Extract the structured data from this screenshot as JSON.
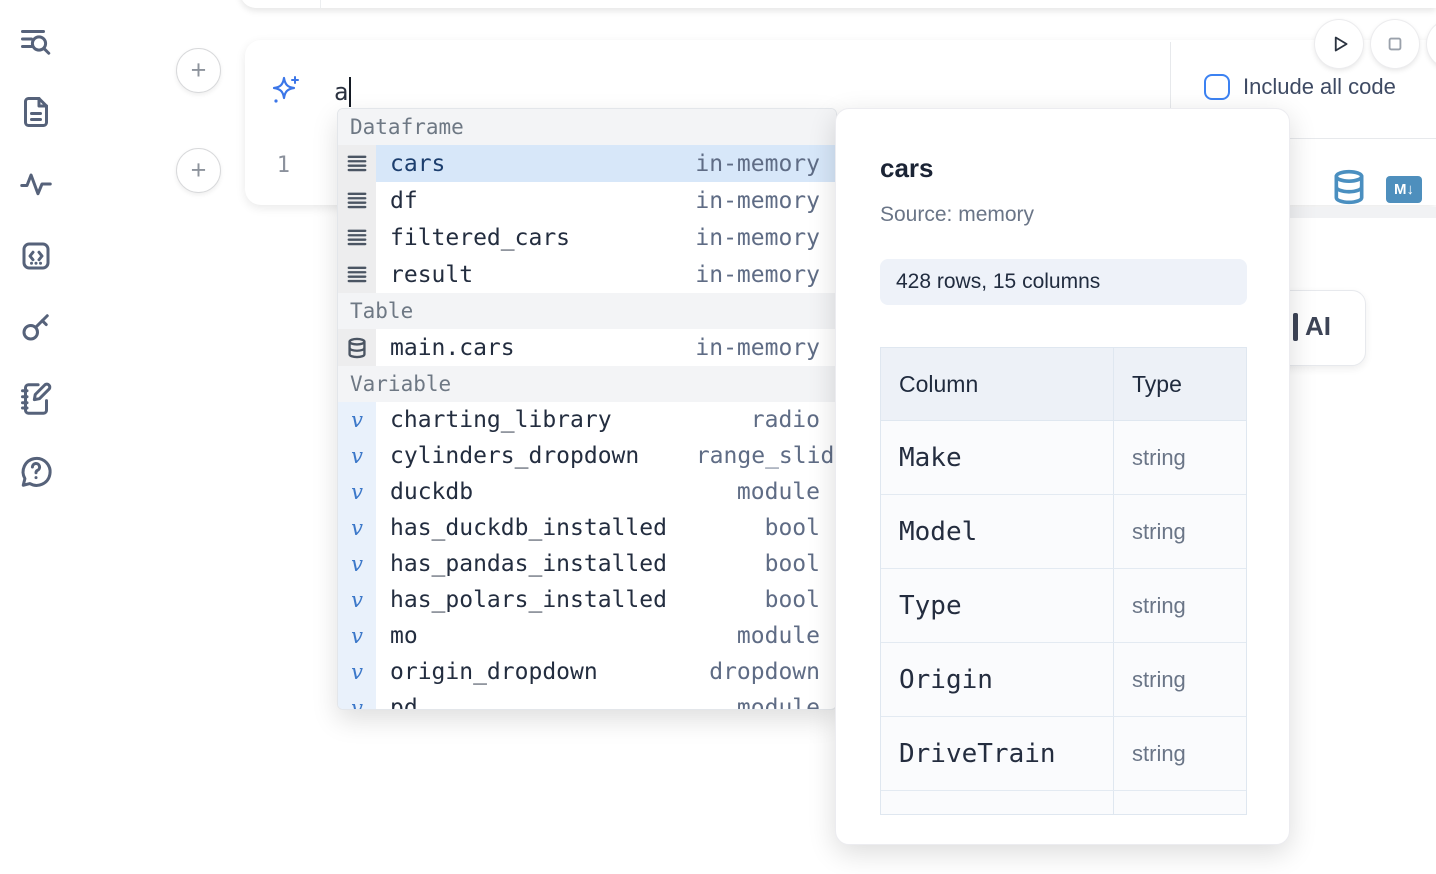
{
  "sidebar": {
    "items": [
      {
        "icon": "list-search-icon"
      },
      {
        "icon": "file-document-icon"
      },
      {
        "icon": "activity-icon"
      },
      {
        "icon": "code-snippet-icon"
      },
      {
        "icon": "key-icon"
      },
      {
        "icon": "notebook-pen-icon"
      },
      {
        "icon": "help-chat-icon"
      }
    ]
  },
  "toolbar": {
    "run_icon": "play-icon",
    "stop_icon": "stop-icon"
  },
  "ai_bar": {
    "input_value": "a",
    "include_all_code_label": "Include all code"
  },
  "editor": {
    "line_number": "1",
    "datasource_icon": "database-icon",
    "markdown_icon": "M↓"
  },
  "autocomplete": {
    "sections": [
      {
        "label": "Dataframe",
        "items": [
          {
            "name": "cars",
            "meta": "in-memory",
            "selected": true
          },
          {
            "name": "df",
            "meta": "in-memory"
          },
          {
            "name": "filtered_cars",
            "meta": "in-memory"
          },
          {
            "name": "result",
            "meta": "in-memory"
          }
        ]
      },
      {
        "label": "Table",
        "items": [
          {
            "name": "main.cars",
            "meta": "in-memory"
          }
        ]
      },
      {
        "label": "Variable",
        "items": [
          {
            "name": "charting_library",
            "meta": "radio"
          },
          {
            "name": "cylinders_dropdown",
            "meta": "range_slider"
          },
          {
            "name": "duckdb",
            "meta": "module"
          },
          {
            "name": "has_duckdb_installed",
            "meta": "bool"
          },
          {
            "name": "has_pandas_installed",
            "meta": "bool"
          },
          {
            "name": "has_polars_installed",
            "meta": "bool"
          },
          {
            "name": "mo",
            "meta": "module"
          },
          {
            "name": "origin_dropdown",
            "meta": "dropdown"
          },
          {
            "name": "pd",
            "meta": "module"
          }
        ]
      }
    ]
  },
  "preview": {
    "title": "cars",
    "source": "Source: memory",
    "shape": "428 rows, 15 columns",
    "table": {
      "headers": [
        "Column",
        "Type"
      ],
      "rows": [
        [
          "Make",
          "string"
        ],
        [
          "Model",
          "string"
        ],
        [
          "Type",
          "string"
        ],
        [
          "Origin",
          "string"
        ],
        [
          "DriveTrain",
          "string"
        ]
      ]
    }
  },
  "background_button": {
    "label": "AI"
  },
  "colors": {
    "accent_blue": "#3c82f2",
    "selection_bg": "#d7e7f9",
    "cell_icon_blue": "#4a8fc0",
    "sidebar_icon": "#56627a"
  }
}
